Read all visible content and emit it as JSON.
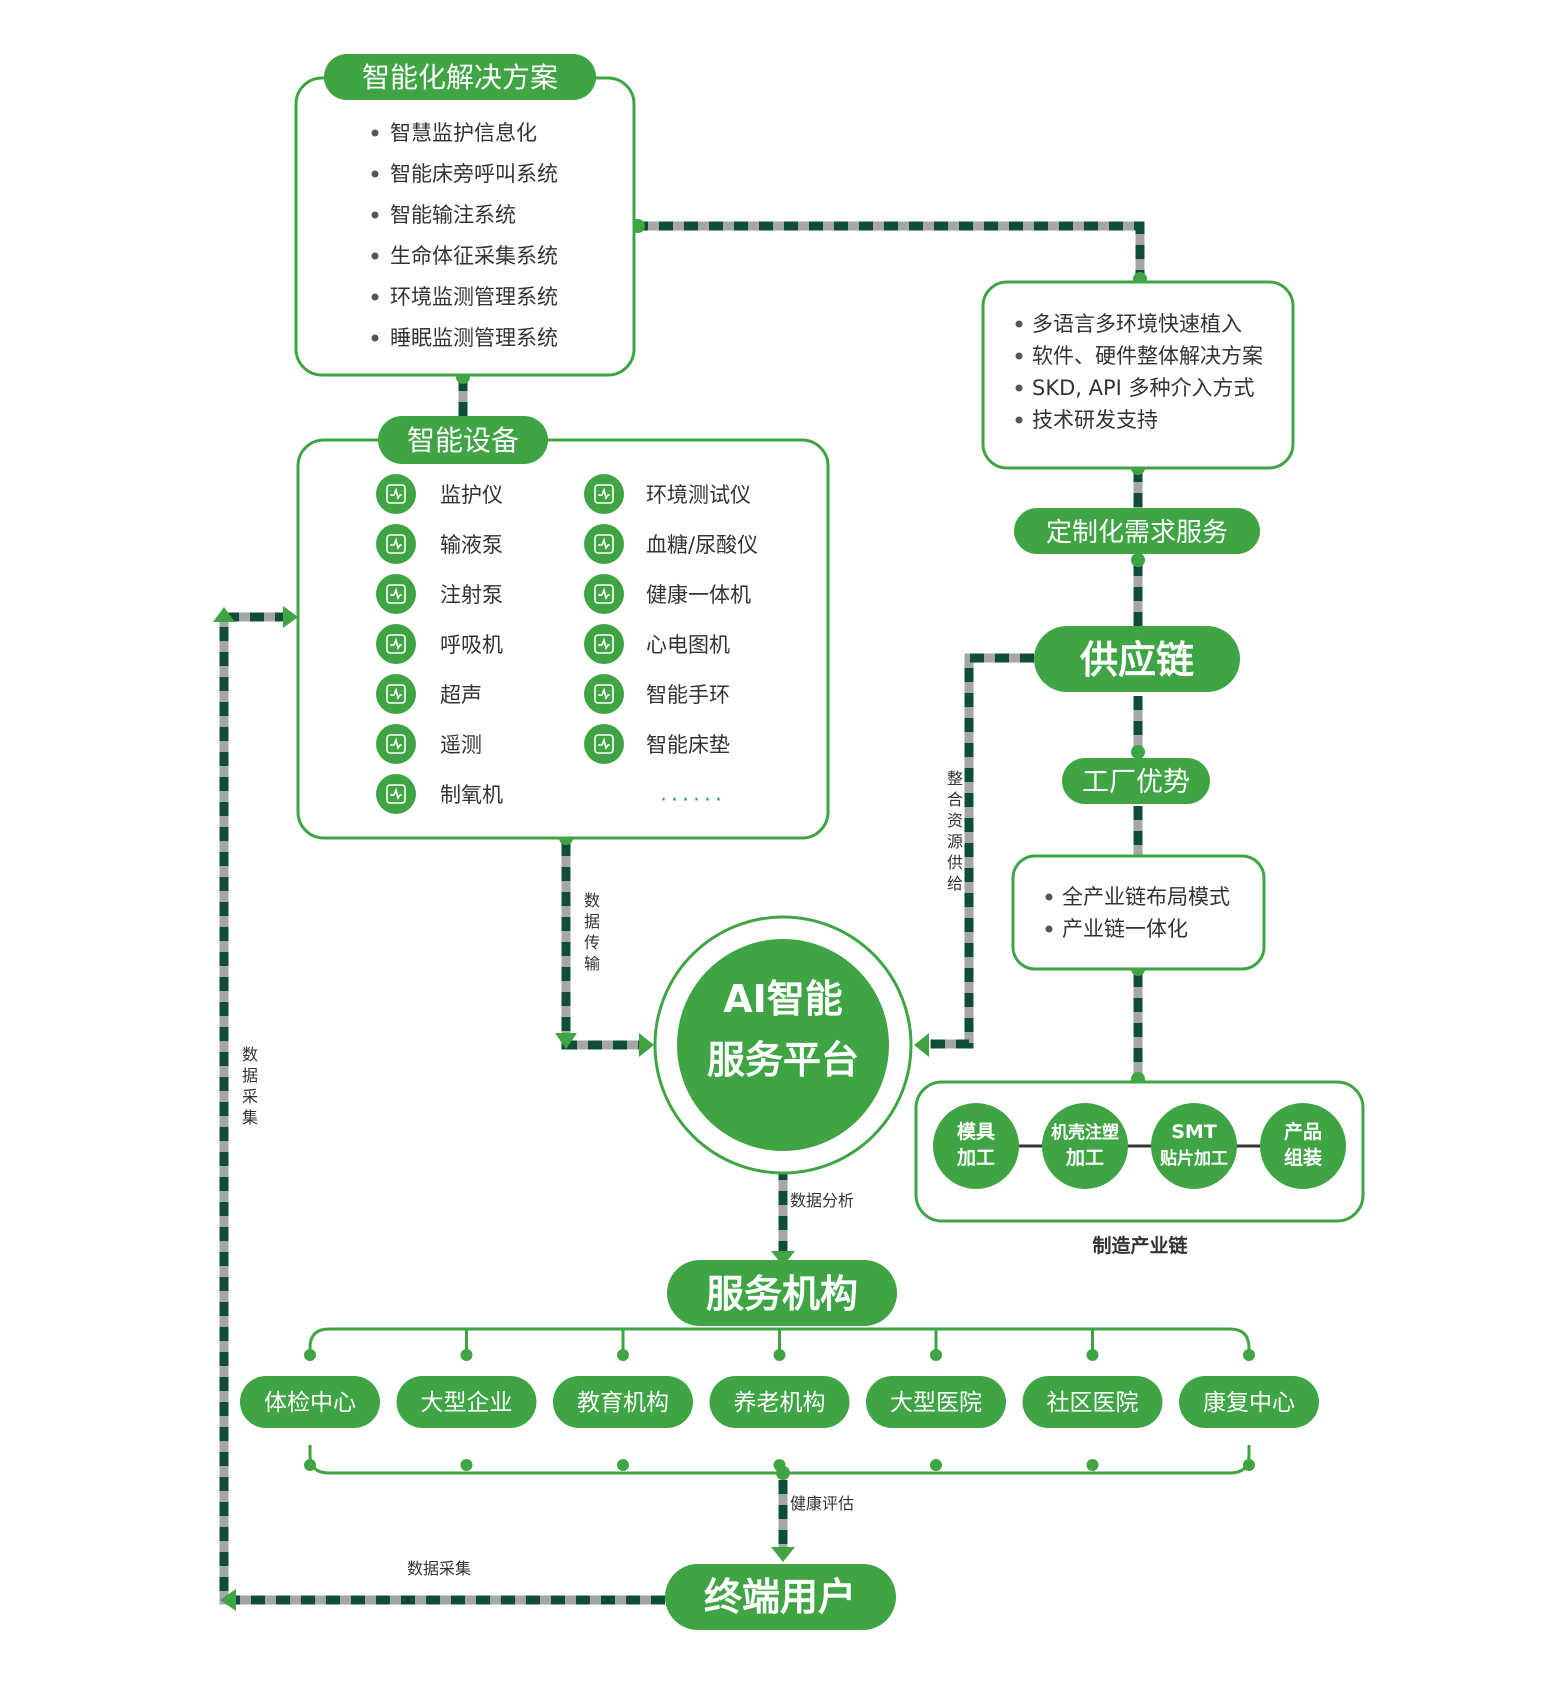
{
  "solutions": {
    "title": "智能化解决方案",
    "items": [
      "智慧监护信息化",
      "智能床旁呼叫系统",
      "智能输注系统",
      "生命体征采集系统",
      "环境监测管理系统",
      "睡眠监测管理系统"
    ]
  },
  "devices": {
    "title": "智能设备",
    "left": [
      {
        "label": "监护仪",
        "icon": "monitor-icon"
      },
      {
        "label": "输液泵",
        "icon": "infusion-pump-icon"
      },
      {
        "label": "注射泵",
        "icon": "syringe-pump-icon"
      },
      {
        "label": "呼吸机",
        "icon": "ventilator-icon"
      },
      {
        "label": "超声",
        "icon": "ultrasound-icon"
      },
      {
        "label": "遥测",
        "icon": "telemetry-icon"
      },
      {
        "label": "制氧机",
        "icon": "oxygen-concentrator-icon"
      }
    ],
    "right": [
      {
        "label": "环境测试仪",
        "icon": "environment-tester-icon"
      },
      {
        "label": "血糖/尿酸仪",
        "icon": "glucose-meter-icon"
      },
      {
        "label": "健康一体机",
        "icon": "health-kiosk-icon"
      },
      {
        "label": "心电图机",
        "icon": "ecg-machine-icon"
      },
      {
        "label": "智能手环",
        "icon": "smart-band-icon"
      },
      {
        "label": "智能床垫",
        "icon": "smart-mattress-icon"
      }
    ],
    "more": "······"
  },
  "custom": {
    "items": [
      "多语言多环境快速植入",
      "软件、硬件整体解决方案",
      "SKD, API 多种介入方式",
      "技术研发支持"
    ],
    "title": "定制化需求服务"
  },
  "supply_chain": "供应链",
  "factory": {
    "title": "工厂优势",
    "items": [
      "全产业链布局模式",
      "产业链一体化"
    ]
  },
  "manufacturing": {
    "steps": [
      {
        "line1": "模具",
        "line2": "加工"
      },
      {
        "line1": "机壳注塑",
        "line2": "加工"
      },
      {
        "line1": "SMT",
        "line2": "贴片加工"
      },
      {
        "line1": "产品",
        "line2": "组装"
      }
    ],
    "caption": "制造产业链"
  },
  "platform": {
    "line1": "AI智能",
    "line2": "服务平台"
  },
  "labels": {
    "data_transfer": "数据传输",
    "resource_supply": "整合资源供给",
    "data_collect_vertical": "数据采集",
    "data_analysis": "数据分析",
    "health_eval": "健康评估",
    "data_collect_bottom": "数据采集"
  },
  "institutions": {
    "title": "服务机构",
    "items": [
      "体检中心",
      "大型企业",
      "教育机构",
      "养老机构",
      "大型医院",
      "社区医院",
      "康复中心"
    ]
  },
  "end_user": "终端用户",
  "colors": {
    "green": "#3fa544",
    "dash_dark": "#0f4d3a",
    "dash_light": "#a6a6a6"
  }
}
